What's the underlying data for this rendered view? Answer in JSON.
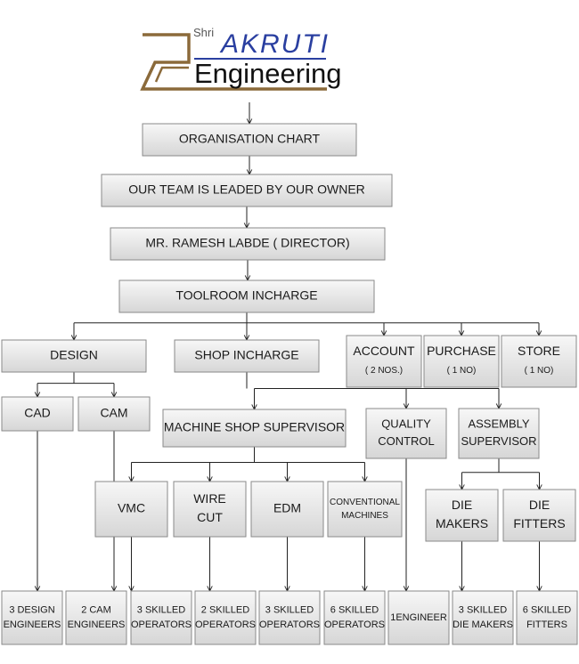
{
  "logo": {
    "prefix": "Shri",
    "brand": "AKRUTI",
    "subtitle": "Engineering",
    "colors": {
      "brown": "#8b6a3a",
      "blue": "#2a3fa0"
    }
  },
  "nodes": [
    {
      "id": "org",
      "lines": [
        "ORGANISATION CHART"
      ]
    },
    {
      "id": "team",
      "lines": [
        "OUR TEAM IS LEADED BY OUR OWNER"
      ]
    },
    {
      "id": "director",
      "lines": [
        "MR. RAMESH LABDE ( DIRECTOR)"
      ]
    },
    {
      "id": "toolroom",
      "lines": [
        "TOOLROOM INCHARGE"
      ]
    },
    {
      "id": "design",
      "lines": [
        "DESIGN"
      ]
    },
    {
      "id": "shop",
      "lines": [
        "SHOP INCHARGE"
      ]
    },
    {
      "id": "account",
      "lines": [
        "ACCOUNT",
        "( 2 NOS.)"
      ]
    },
    {
      "id": "purchase",
      "lines": [
        "PURCHASE",
        "( 1 NO)"
      ]
    },
    {
      "id": "store",
      "lines": [
        "STORE",
        "( 1 NO)"
      ]
    },
    {
      "id": "cad",
      "lines": [
        "CAD"
      ]
    },
    {
      "id": "cam",
      "lines": [
        "CAM"
      ]
    },
    {
      "id": "machine",
      "lines": [
        "MACHINE SHOP SUPERVISOR"
      ]
    },
    {
      "id": "quality",
      "lines": [
        "QUALITY",
        "CONTROL"
      ]
    },
    {
      "id": "assembly",
      "lines": [
        "ASSEMBLY",
        "SUPERVISOR"
      ]
    },
    {
      "id": "vmc",
      "lines": [
        "VMC"
      ]
    },
    {
      "id": "wirecut",
      "lines": [
        "WIRE",
        "CUT"
      ]
    },
    {
      "id": "edm",
      "lines": [
        "EDM"
      ]
    },
    {
      "id": "conventional",
      "lines": [
        "CONVENTIONAL",
        "MACHINES"
      ]
    },
    {
      "id": "diemakers",
      "lines": [
        "DIE",
        "MAKERS"
      ]
    },
    {
      "id": "diefitters",
      "lines": [
        "DIE",
        "FITTERS"
      ]
    },
    {
      "id": "b1",
      "lines": [
        "3 DESIGN",
        "ENGINEERS"
      ]
    },
    {
      "id": "b2",
      "lines": [
        "2 CAM",
        "ENGINEERS"
      ]
    },
    {
      "id": "b3",
      "lines": [
        "3 SKILLED",
        "OPERATORS"
      ]
    },
    {
      "id": "b4",
      "lines": [
        "2 SKILLED",
        "OPERATORS"
      ]
    },
    {
      "id": "b5",
      "lines": [
        "3 SKILLED",
        "OPERATORS"
      ]
    },
    {
      "id": "b6",
      "lines": [
        "6 SKILLED",
        "OPERATORS"
      ]
    },
    {
      "id": "b7",
      "lines": [
        "1ENGINEER"
      ]
    },
    {
      "id": "b8",
      "lines": [
        "3 SKILLED",
        "DIE MAKERS"
      ]
    },
    {
      "id": "b9",
      "lines": [
        "6 SKILLED",
        "FITTERS"
      ]
    }
  ],
  "edges": [
    [
      "org",
      "team"
    ],
    [
      "team",
      "director"
    ],
    [
      "director",
      "toolroom"
    ],
    [
      "toolroom",
      "design"
    ],
    [
      "toolroom",
      "shop"
    ],
    [
      "toolroom",
      "account"
    ],
    [
      "toolroom",
      "purchase"
    ],
    [
      "toolroom",
      "store"
    ],
    [
      "design",
      "cad"
    ],
    [
      "design",
      "cam"
    ],
    [
      "shop",
      "machine"
    ],
    [
      "shop",
      "quality"
    ],
    [
      "shop",
      "assembly"
    ],
    [
      "machine",
      "vmc"
    ],
    [
      "machine",
      "wirecut"
    ],
    [
      "machine",
      "edm"
    ],
    [
      "machine",
      "conventional"
    ],
    [
      "assembly",
      "diemakers"
    ],
    [
      "assembly",
      "diefitters"
    ],
    [
      "cad",
      "b1"
    ],
    [
      "cam",
      "b2"
    ],
    [
      "vmc",
      "b3"
    ],
    [
      "wirecut",
      "b4"
    ],
    [
      "edm",
      "b5"
    ],
    [
      "conventional",
      "b6"
    ],
    [
      "quality",
      "b7"
    ],
    [
      "diemakers",
      "b8"
    ],
    [
      "diefitters",
      "b9"
    ]
  ]
}
